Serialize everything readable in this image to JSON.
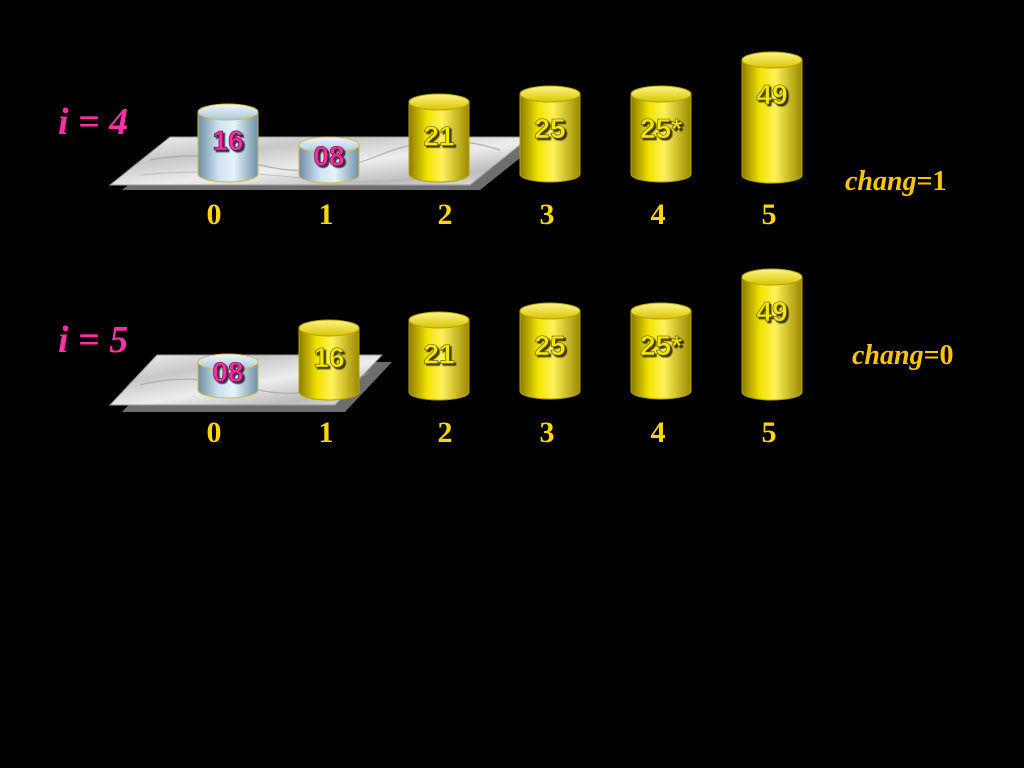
{
  "passes": [
    {
      "pass_label": "i = 4",
      "chang_word": "chang",
      "chang_eq": "=1",
      "cylinders": [
        {
          "value": "16",
          "style": "blue"
        },
        {
          "value": "08",
          "style": "blue"
        },
        {
          "value": "21",
          "style": "gold"
        },
        {
          "value": "25",
          "style": "gold"
        },
        {
          "value": "25*",
          "style": "gold"
        },
        {
          "value": "49",
          "style": "gold"
        }
      ],
      "indices": [
        "0",
        "1",
        "2",
        "3",
        "4",
        "5"
      ]
    },
    {
      "pass_label": "i = 5",
      "chang_word": "chang",
      "chang_eq": "=0",
      "cylinders": [
        {
          "value": "08",
          "style": "blue"
        },
        {
          "value": "16",
          "style": "gold"
        },
        {
          "value": "21",
          "style": "gold"
        },
        {
          "value": "25",
          "style": "gold"
        },
        {
          "value": "25*",
          "style": "gold"
        },
        {
          "value": "49",
          "style": "gold"
        }
      ],
      "indices": [
        "0",
        "1",
        "2",
        "3",
        "4",
        "5"
      ]
    }
  ],
  "colors": {
    "gold": "#E8D000",
    "blue": "#B7D3E6",
    "label_pink": "#FF2FA8",
    "index_gold": "#FFD700"
  }
}
